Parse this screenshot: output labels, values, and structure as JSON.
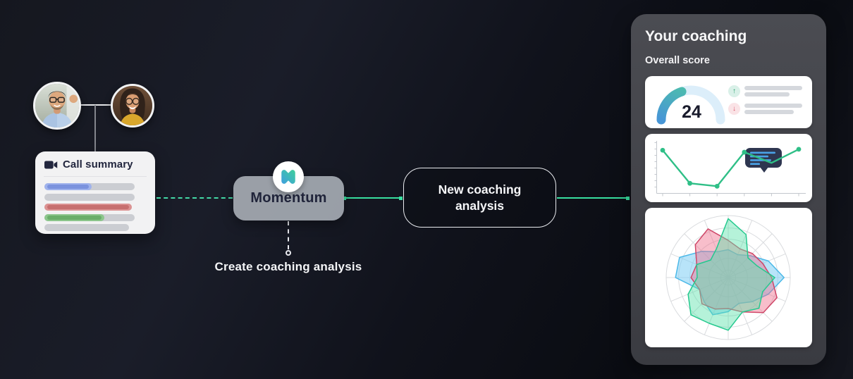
{
  "avatars": [
    {
      "name": "participant-1",
      "description": "man with glasses, blue shirt"
    },
    {
      "name": "participant-2",
      "description": "woman with glasses, yellow top"
    }
  ],
  "call_summary": {
    "title": "Call summary",
    "icon": "video-camera-icon",
    "bar_colors": {
      "blue": [
        "#9fb2ec",
        "#7b93de"
      ],
      "red": [
        "#dc9292",
        "#c76f6f"
      ],
      "green": [
        "#8cc68c",
        "#6aae6a"
      ],
      "track": "#cbcdd2"
    },
    "bars": [
      {
        "track_w": 128,
        "fill_w": 67,
        "color": "blue"
      },
      {
        "track_w": 128,
        "fill_w": 0,
        "color": "none"
      },
      {
        "track_w": 124,
        "fill_w": 124,
        "color": "red"
      },
      {
        "track_w": 128,
        "fill_w": 85,
        "color": "green"
      },
      {
        "track_w": 120,
        "fill_w": 0,
        "color": "none"
      }
    ]
  },
  "momentum": {
    "label": "Momentum",
    "icon": "momentum-logo-icon",
    "action_label": "Create coaching analysis"
  },
  "analysis_node": {
    "line1": "New coaching",
    "line2": "analysis"
  },
  "panel": {
    "title": "Your coaching",
    "subtitle": "Overall score"
  },
  "connector_colors": {
    "dashed_green": "#43d9a6",
    "solid_green": "#38dfa0",
    "avatar_line": "#e4e5e8"
  },
  "chart_data": [
    {
      "id": "overall-score-gauge",
      "type": "gauge",
      "title": "Overall score",
      "value": 24,
      "display": "24",
      "max": 100,
      "arc_fraction": 0.4,
      "track_color": "#dceefa",
      "fill_gradient": [
        "#4796d6",
        "#4fcb9f"
      ],
      "legend": [
        {
          "icon": "arrow-up-icon",
          "glyph": "↑",
          "icon_color": "#27a06b",
          "icon_bg": "#d9f0e8",
          "bar_widths": [
            82,
            64
          ]
        },
        {
          "icon": "arrow-down-icon",
          "glyph": "↓",
          "icon_color": "#d9556a",
          "icon_bg": "#fae3e6",
          "bar_widths": [
            82,
            70
          ]
        }
      ]
    },
    {
      "id": "score-trend-line",
      "type": "line",
      "x": [
        0,
        1,
        2,
        3,
        4,
        5
      ],
      "y": [
        88,
        20,
        14,
        84,
        62,
        90
      ],
      "ylim": [
        0,
        100
      ],
      "grid": false,
      "line_color": "#2fbf87",
      "axis_color": "#c3c7cd",
      "dots": [
        true,
        true,
        true,
        true,
        false,
        true
      ],
      "tooltip": {
        "bg": "#2e3650",
        "line_color": "#4aa3e8",
        "line_widths": [
          36,
          26,
          30,
          14
        ]
      }
    },
    {
      "id": "skills-radar",
      "type": "radar",
      "axes_count": 16,
      "rings": [
        0.12,
        0.31,
        0.62,
        0.8,
        1.0
      ],
      "grid_color": "#d9dbde",
      "series": [
        {
          "name": "blue",
          "stroke": "#4ab8e8",
          "fill": "rgba(125,206,244,0.55)",
          "values": [
            0.45,
            0.4,
            0.5,
            0.7,
            0.9,
            0.7,
            0.55,
            0.45,
            0.55,
            0.65,
            0.55,
            0.5,
            0.85,
            0.85,
            0.6,
            0.45
          ]
        },
        {
          "name": "red",
          "stroke": "#cf4667",
          "fill": "rgba(240,110,140,0.45)",
          "values": [
            0.6,
            0.5,
            0.55,
            0.6,
            0.7,
            0.85,
            0.8,
            0.6,
            0.5,
            0.55,
            0.6,
            0.5,
            0.6,
            0.55,
            0.75,
            0.85
          ]
        },
        {
          "name": "green",
          "stroke": "#24c98e",
          "fill": "rgba(90,226,170,0.45)",
          "values": [
            0.95,
            0.75,
            0.45,
            0.5,
            0.75,
            0.6,
            0.7,
            0.6,
            0.85,
            0.8,
            0.85,
            0.7,
            0.5,
            0.55,
            0.4,
            0.5
          ]
        }
      ]
    }
  ]
}
